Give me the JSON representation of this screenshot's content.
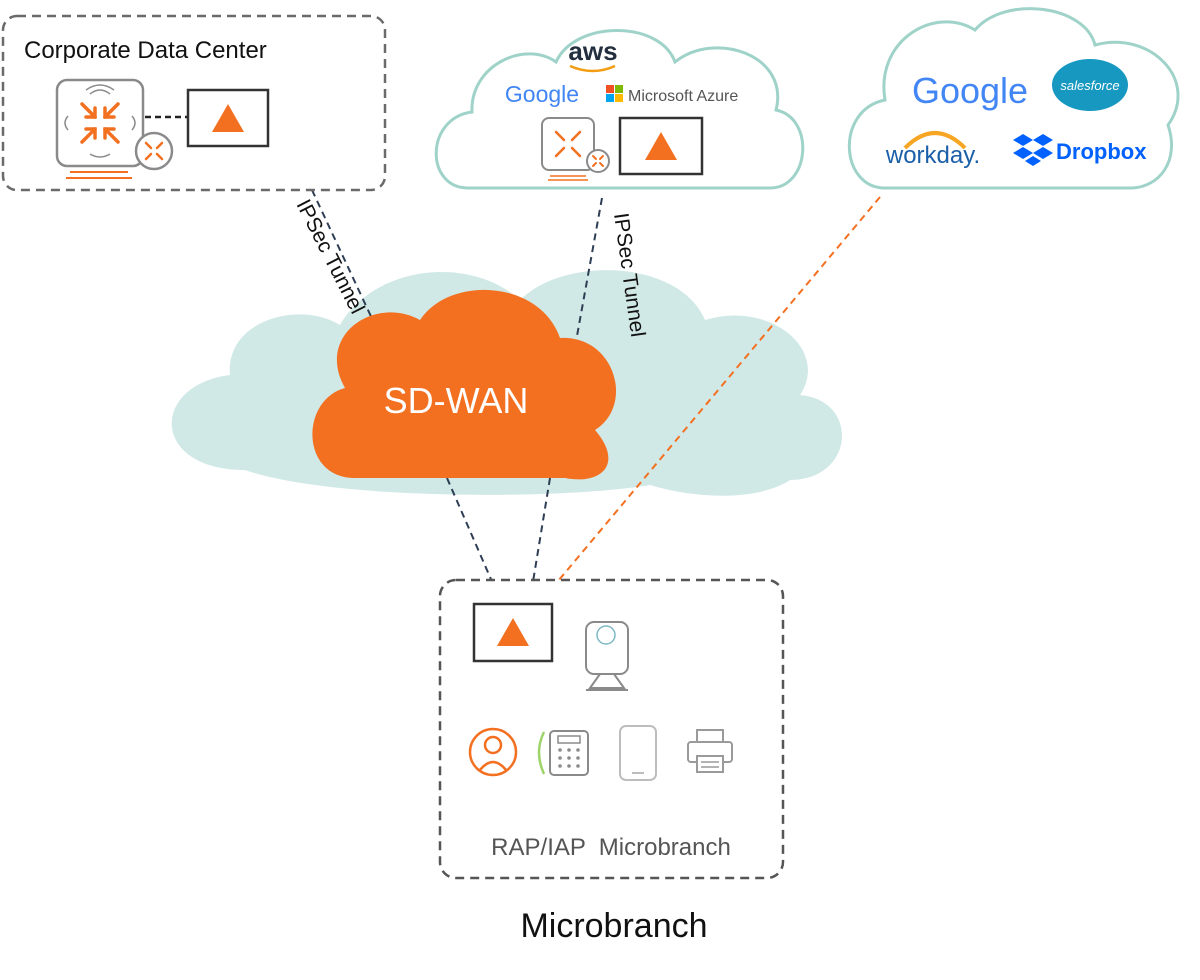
{
  "colors": {
    "orange": "#f37021",
    "teal_cloud_fill": "#d1e9e6",
    "teal_cloud_stroke": "#9fd3c9",
    "tunnel_dash": "#2e3e55",
    "box_border": "#5f5f5f",
    "icon_gray": "#8a8a8a"
  },
  "corporate": {
    "title": "Corporate Data Center",
    "icons": [
      "gateway-icon",
      "router-icon",
      "orange-triangle-appliance-icon"
    ]
  },
  "public_cloud": {
    "logos": {
      "aws": "aws",
      "google": "Google",
      "azure": "Microsoft Azure"
    },
    "icons": [
      "gateway-icon",
      "router-icon",
      "orange-triangle-appliance-icon"
    ]
  },
  "saas_cloud": {
    "logos": {
      "google": "Google",
      "salesforce": "salesforce",
      "workday": "workday.",
      "dropbox": "Dropbox"
    }
  },
  "sdwan": {
    "label": "SD-WAN"
  },
  "tunnels": {
    "left": "IPSec Tunnel",
    "right": "IPSec Tunnel"
  },
  "microbranch": {
    "box_label": "RAP/IAP  Microbranch",
    "caption": "Microbranch",
    "icons": [
      "orange-triangle-appliance-icon",
      "access-point-icon",
      "user-icon",
      "phone-icon",
      "mobile-icon",
      "printer-icon"
    ]
  }
}
